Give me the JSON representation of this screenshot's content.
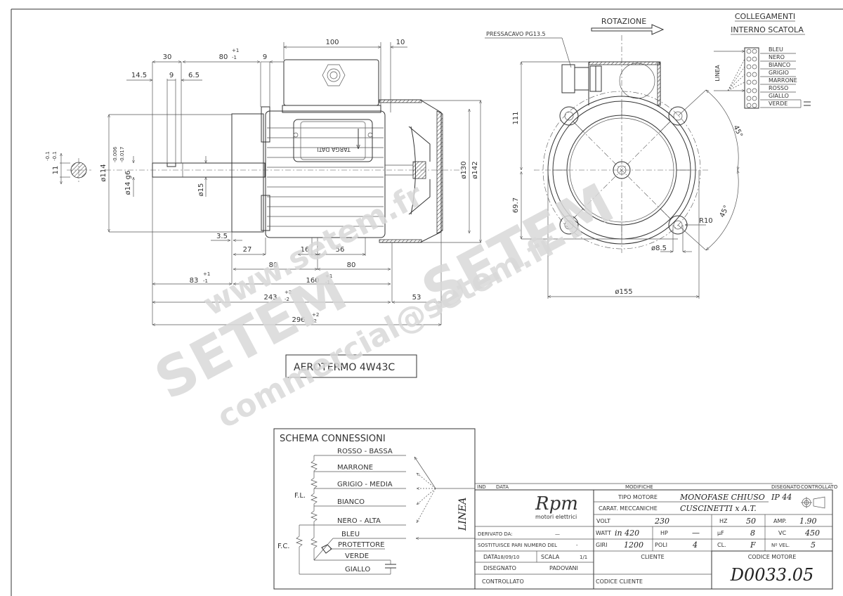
{
  "drawing": {
    "title_box": "AEROTERMO 4W43C",
    "watermarks": [
      "www.setem.fr",
      "SETEM",
      "SETEM",
      "commercial@setem.fr"
    ]
  },
  "side_view": {
    "nameplate_label": "TARGA DATI",
    "dimensions": {
      "d100": "100",
      "d10": "10",
      "d30": "30",
      "d80": "80",
      "d80_tol_plus": "+1",
      "d80_tol_minus": "-1",
      "d9_top": "9",
      "d14_5": "14.5",
      "d9_key": "9",
      "d6_5": "6.5",
      "dia114": "ø114",
      "dia14": "ø14 g6",
      "dia14_tol_a": "-0.006",
      "dia14_tol_b": "-0.017",
      "dia15": "ø15",
      "key11": "11",
      "key11_tol_a": "-0.1",
      "key11_tol_b": "-0.1",
      "dia130": "ø130",
      "dia142": "ø142",
      "d3_5": "3.5",
      "d27": "27",
      "d16": "16",
      "d56": "56",
      "d80_left": "80",
      "d80_right": "80",
      "d83": "83",
      "d83_tol_plus": "+1",
      "d83_tol_minus": "-1",
      "d160": "160",
      "d160_tol_plus": "+1",
      "d160_tol_minus": "-1",
      "d243": "243",
      "d243_tol_plus": "+2",
      "d243_tol_minus": "-2",
      "d53": "53",
      "d296": "296",
      "d296_tol_plus": "+2",
      "d296_tol_minus": "-2"
    }
  },
  "front_view": {
    "rotation_label": "ROTAZIONE",
    "cable_gland_label": "PRESSACAVO PG13.5",
    "dimensions": {
      "h111": "111",
      "h69_7": "69.7",
      "angle1": "45°",
      "angle2": "45°",
      "r10": "R10",
      "dia8_5": "ø8.5",
      "dia155": "ø155"
    }
  },
  "terminal_box": {
    "title_line1": "COLLEGAMENTI",
    "title_line2": "INTERNO SCATOLA",
    "linea_label": "LINEA",
    "wires": [
      "BLEU",
      "NERO",
      "BIANCO",
      "GRIGIO",
      "MARRONE",
      "ROSSO",
      "GIALLO",
      "VERDE"
    ]
  },
  "schema": {
    "title": "SCHEMA CONNESSIONI",
    "fl_label": "F.L.",
    "fc_label": "F.C.",
    "linea_label": "LINEA",
    "wires": [
      "ROSSO - BASSA",
      "MARRONE",
      "GRIGIO - MEDIA",
      "BIANCO",
      "NERO - ALTA",
      "BLEU",
      "PROTETTORE",
      "VERDE",
      "GIALLO"
    ]
  },
  "title_block": {
    "header": {
      "ind": "IND",
      "data": "DATA",
      "modifiche": "MODIFICHE",
      "disegnato": "DISEGNATO",
      "controllato": "CONTROLLATO"
    },
    "logo": "Rpm",
    "logo_sub": "motori elettrici",
    "tipo_motore_label": "TIPO MOTORE",
    "tipo_motore_value": "MONOFASE CHIUSO",
    "ip_value": "IP 44",
    "carat_label": "CARAT. MECCANICHE",
    "carat_value": "CUSCINETTI x A.T.",
    "volt_label": "VOLT",
    "volt_value": "230",
    "hz_label": "HZ",
    "hz_value": "50",
    "amp_label": "AMP.",
    "amp_value": "1.90",
    "watt_label": "WATT",
    "watt_value": "in 420",
    "hp_label": "HP",
    "hp_value": "—",
    "uf_label": "µF",
    "uf_value": "8",
    "vc_label": "VC",
    "vc_value": "450",
    "giri_label": "GIRI",
    "giri_value": "1200",
    "poli_label": "POLI",
    "poli_value": "4",
    "cl_label": "CL.",
    "cl_value": "F",
    "nvel_label": "Nº VEL.",
    "nvel_value": "5",
    "derivato_label": "DERIVATO DA:",
    "derivato_value": "—",
    "sostituisce_label": "SOSTITUISCE PARI NUMERO DEL",
    "sostituisce_value": "-",
    "data_label": "DATA",
    "data_value": "18/09/10",
    "scala_label": "SCALA",
    "scala_value": "1/1",
    "disegnato_label": "DISEGNATO",
    "disegnato_value": "PADOVANI",
    "controllato_label": "CONTROLLATO",
    "cliente_label": "CLIENTE",
    "codice_cliente_label": "CODICE CLIENTE",
    "codice_motore_label": "CODICE MOTORE",
    "codice_motore_value": "D0033.05"
  }
}
